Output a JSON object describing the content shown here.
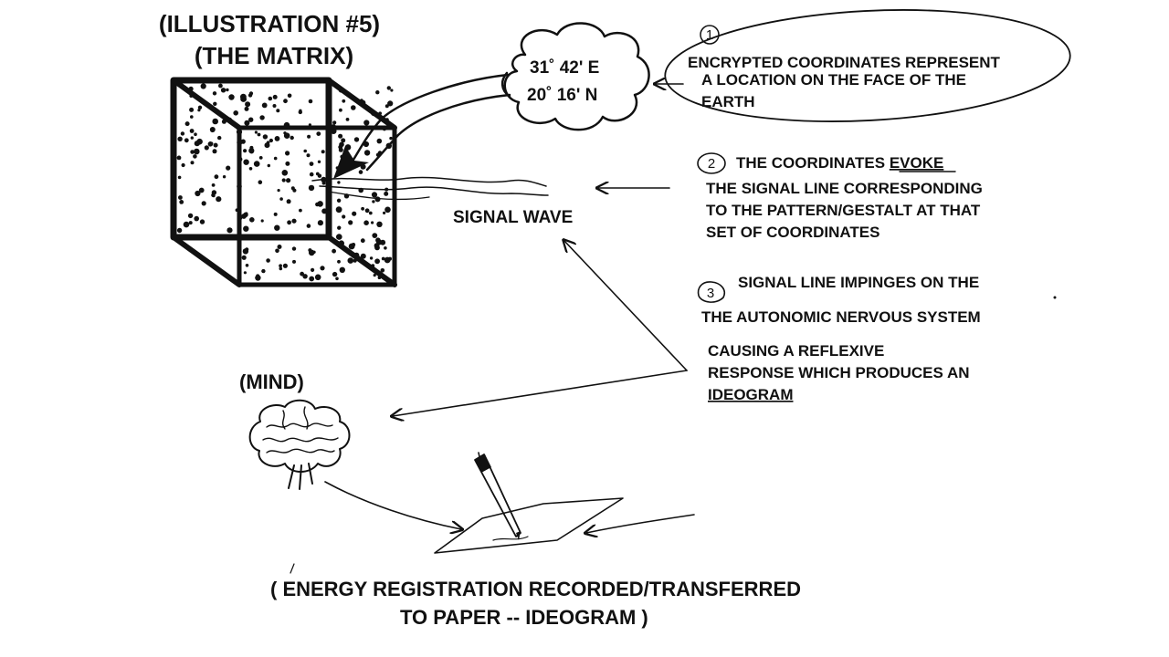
{
  "titles": {
    "line1": "(ILLUSTRATION #5)",
    "line2": "(THE MATRIX)"
  },
  "cloud": {
    "line1": "31˚ 42' E",
    "line2": "20˚ 16' N"
  },
  "step1": {
    "number": "1",
    "line1": "ENCRYPTED COORDINATES REPRESENT",
    "line2": "A LOCATION ON THE FACE OF THE",
    "line3": "EARTH"
  },
  "step2": {
    "number": "2",
    "lead": "THE COORDINATES ",
    "emph": "EVOKE",
    "line2": "THE SIGNAL LINE CORRESPONDING",
    "line3": "TO THE PATTERN/GESTALT AT THAT",
    "line4": "SET OF COORDINATES"
  },
  "step3": {
    "number": "3",
    "line1": "SIGNAL LINE IMPINGES ON THE",
    "line2": "THE AUTONOMIC NERVOUS SYSTEM",
    "line3": "CAUSING A REFLEXIVE",
    "line4": "RESPONSE WHICH PRODUCES AN",
    "line5": "IDEOGRAM"
  },
  "signal_label": "SIGNAL WAVE",
  "mind_label": "(MIND)",
  "caption": {
    "line1": "( ENERGY REGISTRATION RECORDED/TRANSFERRED",
    "line2": "TO PAPER -- IDEOGRAM )"
  }
}
